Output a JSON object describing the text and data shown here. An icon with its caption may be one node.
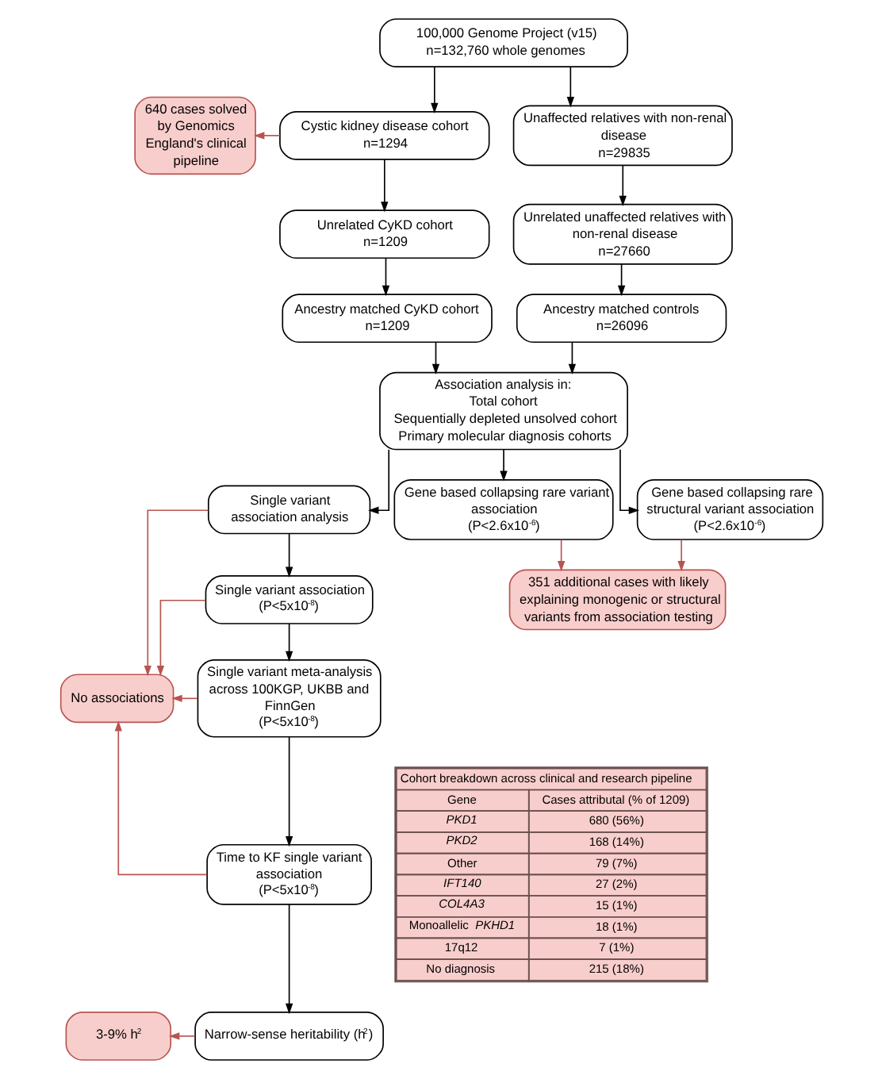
{
  "diagram": {
    "nodes": [
      {
        "text": [
          "100,000 Genome Project (v15)",
          "n=132,760 whole genomes"
        ]
      },
      {
        "text": [
          "640 cases solved by Genomics England's clinical pipeline"
        ]
      },
      {
        "text": [
          "Cystic kidney disease cohort",
          "n=1294"
        ]
      },
      {
        "text": [
          "Unaffected relatives with non-renal disease",
          "n=29835"
        ]
      },
      {
        "text": [
          "Unrelated CyKD cohort",
          "n=1209"
        ]
      },
      {
        "text": [
          "Unrelated unaffected relatives with non-renal disease",
          "n=27660"
        ]
      },
      {
        "text": [
          "Ancestry matched CyKD cohort",
          "n=1209"
        ]
      },
      {
        "text": [
          "Ancestry matched controls",
          "n=26096"
        ]
      },
      {
        "text": [
          "Association analysis in:",
          "Total cohort",
          "Sequentially depleted unsolved cohort",
          "Primary molecular diagnosis cohorts"
        ]
      },
      {
        "text": [
          "Single variant association analysis"
        ]
      },
      {
        "text": [
          "Gene based collapsing rare variant association",
          "(P<2.6x10$^{-6}$)"
        ]
      },
      {
        "text": [
          "Gene based collapsing rare structural variant association",
          "(P<2.6x10$^{-6}$)"
        ]
      },
      {
        "text": [
          "Single variant association (P<5x10$^{-8}$)"
        ]
      },
      {
        "text": [
          "351 additional cases with likely explaining monogenic or structural variants from association testing"
        ]
      },
      {
        "text": [
          "No associations"
        ]
      },
      {
        "text": [
          "Single variant meta-analysis across 100KGP, UKBB and FinnGen",
          "(P<5x10$^{-8}$)"
        ]
      },
      {
        "text": [
          "Time to KF single variant association",
          "(P<5x10$^{-8}$)"
        ]
      },
      {
        "text": [
          "3-9% h$^{2}$"
        ]
      },
      {
        "text": [
          "Narrow-sense heritability (h$^{2}$)"
        ]
      }
    ],
    "edges": [
      {
        "from": 0,
        "to": 2,
        "arrow": "to"
      },
      {
        "from": 0,
        "to": 3,
        "arrow": "to"
      },
      {
        "from": 2,
        "to": 1,
        "arrow": "to",
        "color": "#b85450"
      },
      {
        "from": 2,
        "to": 4,
        "arrow": "to"
      },
      {
        "from": 4,
        "to": 6,
        "arrow": "to"
      },
      {
        "from": 3,
        "to": 5,
        "arrow": "to"
      },
      {
        "from": 5,
        "to": 7,
        "arrow": "to"
      },
      {
        "from": 6,
        "to": 8,
        "arrow": "to"
      },
      {
        "from": 7,
        "to": 8,
        "arrow": "to"
      },
      {
        "from": 8,
        "to": 9,
        "arrow": "to"
      },
      {
        "from": 8,
        "to": 10,
        "arrow": "to"
      },
      {
        "from": 8,
        "to": 11,
        "arrow": "to"
      },
      {
        "from": 9,
        "to": 12,
        "arrow": "to"
      },
      {
        "from": 10,
        "to": 13,
        "arrow": "to",
        "color": "#b85450"
      },
      {
        "from": 11,
        "to": 13,
        "arrow": "to",
        "color": "#b85450"
      },
      {
        "from": 9,
        "to": 14,
        "arrow": "to",
        "color": "#b85450"
      },
      {
        "from": 12,
        "to": 14,
        "arrow": "to",
        "color": "#b85450"
      },
      {
        "from": 15,
        "to": 14,
        "arrow": "to",
        "color": "#b85450"
      },
      {
        "from": 16,
        "to": 14,
        "arrow": "to",
        "color": "#b85450"
      },
      {
        "from": 12,
        "to": 15,
        "arrow": "to"
      },
      {
        "from": 15,
        "to": 16,
        "arrow": "to"
      },
      {
        "from": 16,
        "to": 18,
        "arrow": "to"
      },
      {
        "from": 18,
        "to": 17,
        "arrow": "to",
        "color": "#b85450"
      }
    ],
    "labels": [
      "Cohort breakdown across clinical and research pipeline",
      "Gene",
      "Cases attributal (% of 1209)",
      "PKD1",
      "680 (56%)",
      "PKD2",
      "168 (14%)",
      "Other",
      "79 (7%)",
      "IFT140",
      "27 (2%)",
      "COL4A3",
      "15 (1%)",
      "Monoallelic *PKHD1*",
      "18 (1%)",
      "17q12",
      "7 (1%)",
      "No diagnosis",
      "215 (18%)"
    ]
  }
}
